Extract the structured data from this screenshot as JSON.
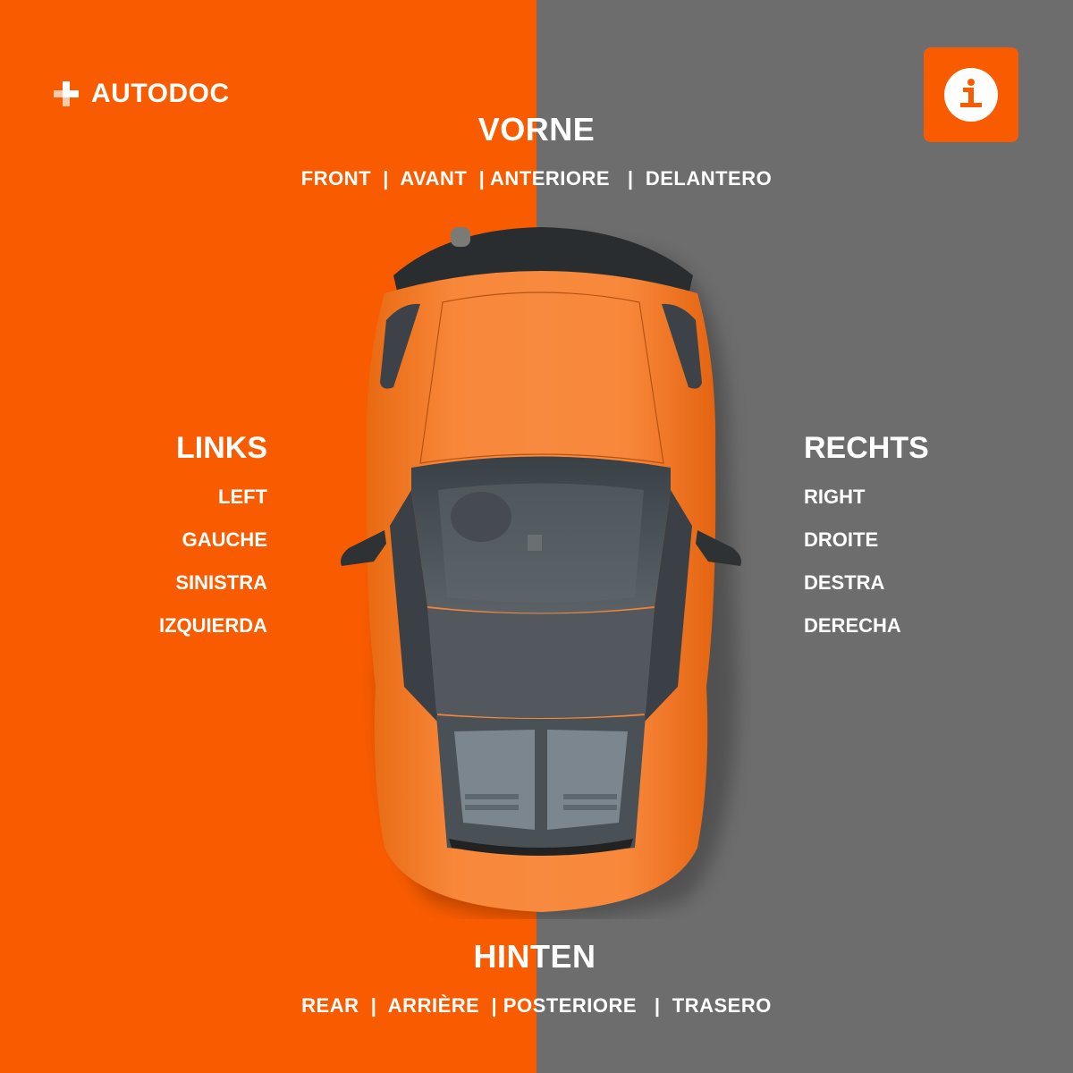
{
  "colors": {
    "left_background": "#f95c00",
    "right_background": "#6d6d6d",
    "accent": "#f95c00",
    "text": "#ffffff",
    "car_body": "#f7812b",
    "car_glass": "#4e565c"
  },
  "brand": {
    "icon": "plus-cross-icon",
    "name": "AUTODOC"
  },
  "info_button": {
    "icon": "info-icon",
    "label": "i"
  },
  "front": {
    "title": "VORNE",
    "translations": [
      "FRONT",
      "AVANT",
      "ANTERIORE",
      "DELANTERO"
    ],
    "line": "FRONT  |  AVANT  | ANTERIORE   |  DELANTERO"
  },
  "rear": {
    "title": "HINTEN",
    "translations": [
      "REAR",
      "ARRIÈRE",
      "POSTERIORE",
      "TRASERO"
    ],
    "line": "REAR  |  ARRIÈRE  | POSTERIORE   |  TRASERO"
  },
  "left": {
    "title": "LINKS",
    "translations": [
      "LEFT",
      "GAUCHE",
      "SINISTRA",
      "IZQUIERDA"
    ]
  },
  "right": {
    "title": "RECHTS",
    "translations": [
      "RIGHT",
      "DROITE",
      "DESTRA",
      "DERECHA"
    ]
  },
  "image": {
    "subject": "orange sports car, top view",
    "icon": "car-top-view-icon"
  }
}
